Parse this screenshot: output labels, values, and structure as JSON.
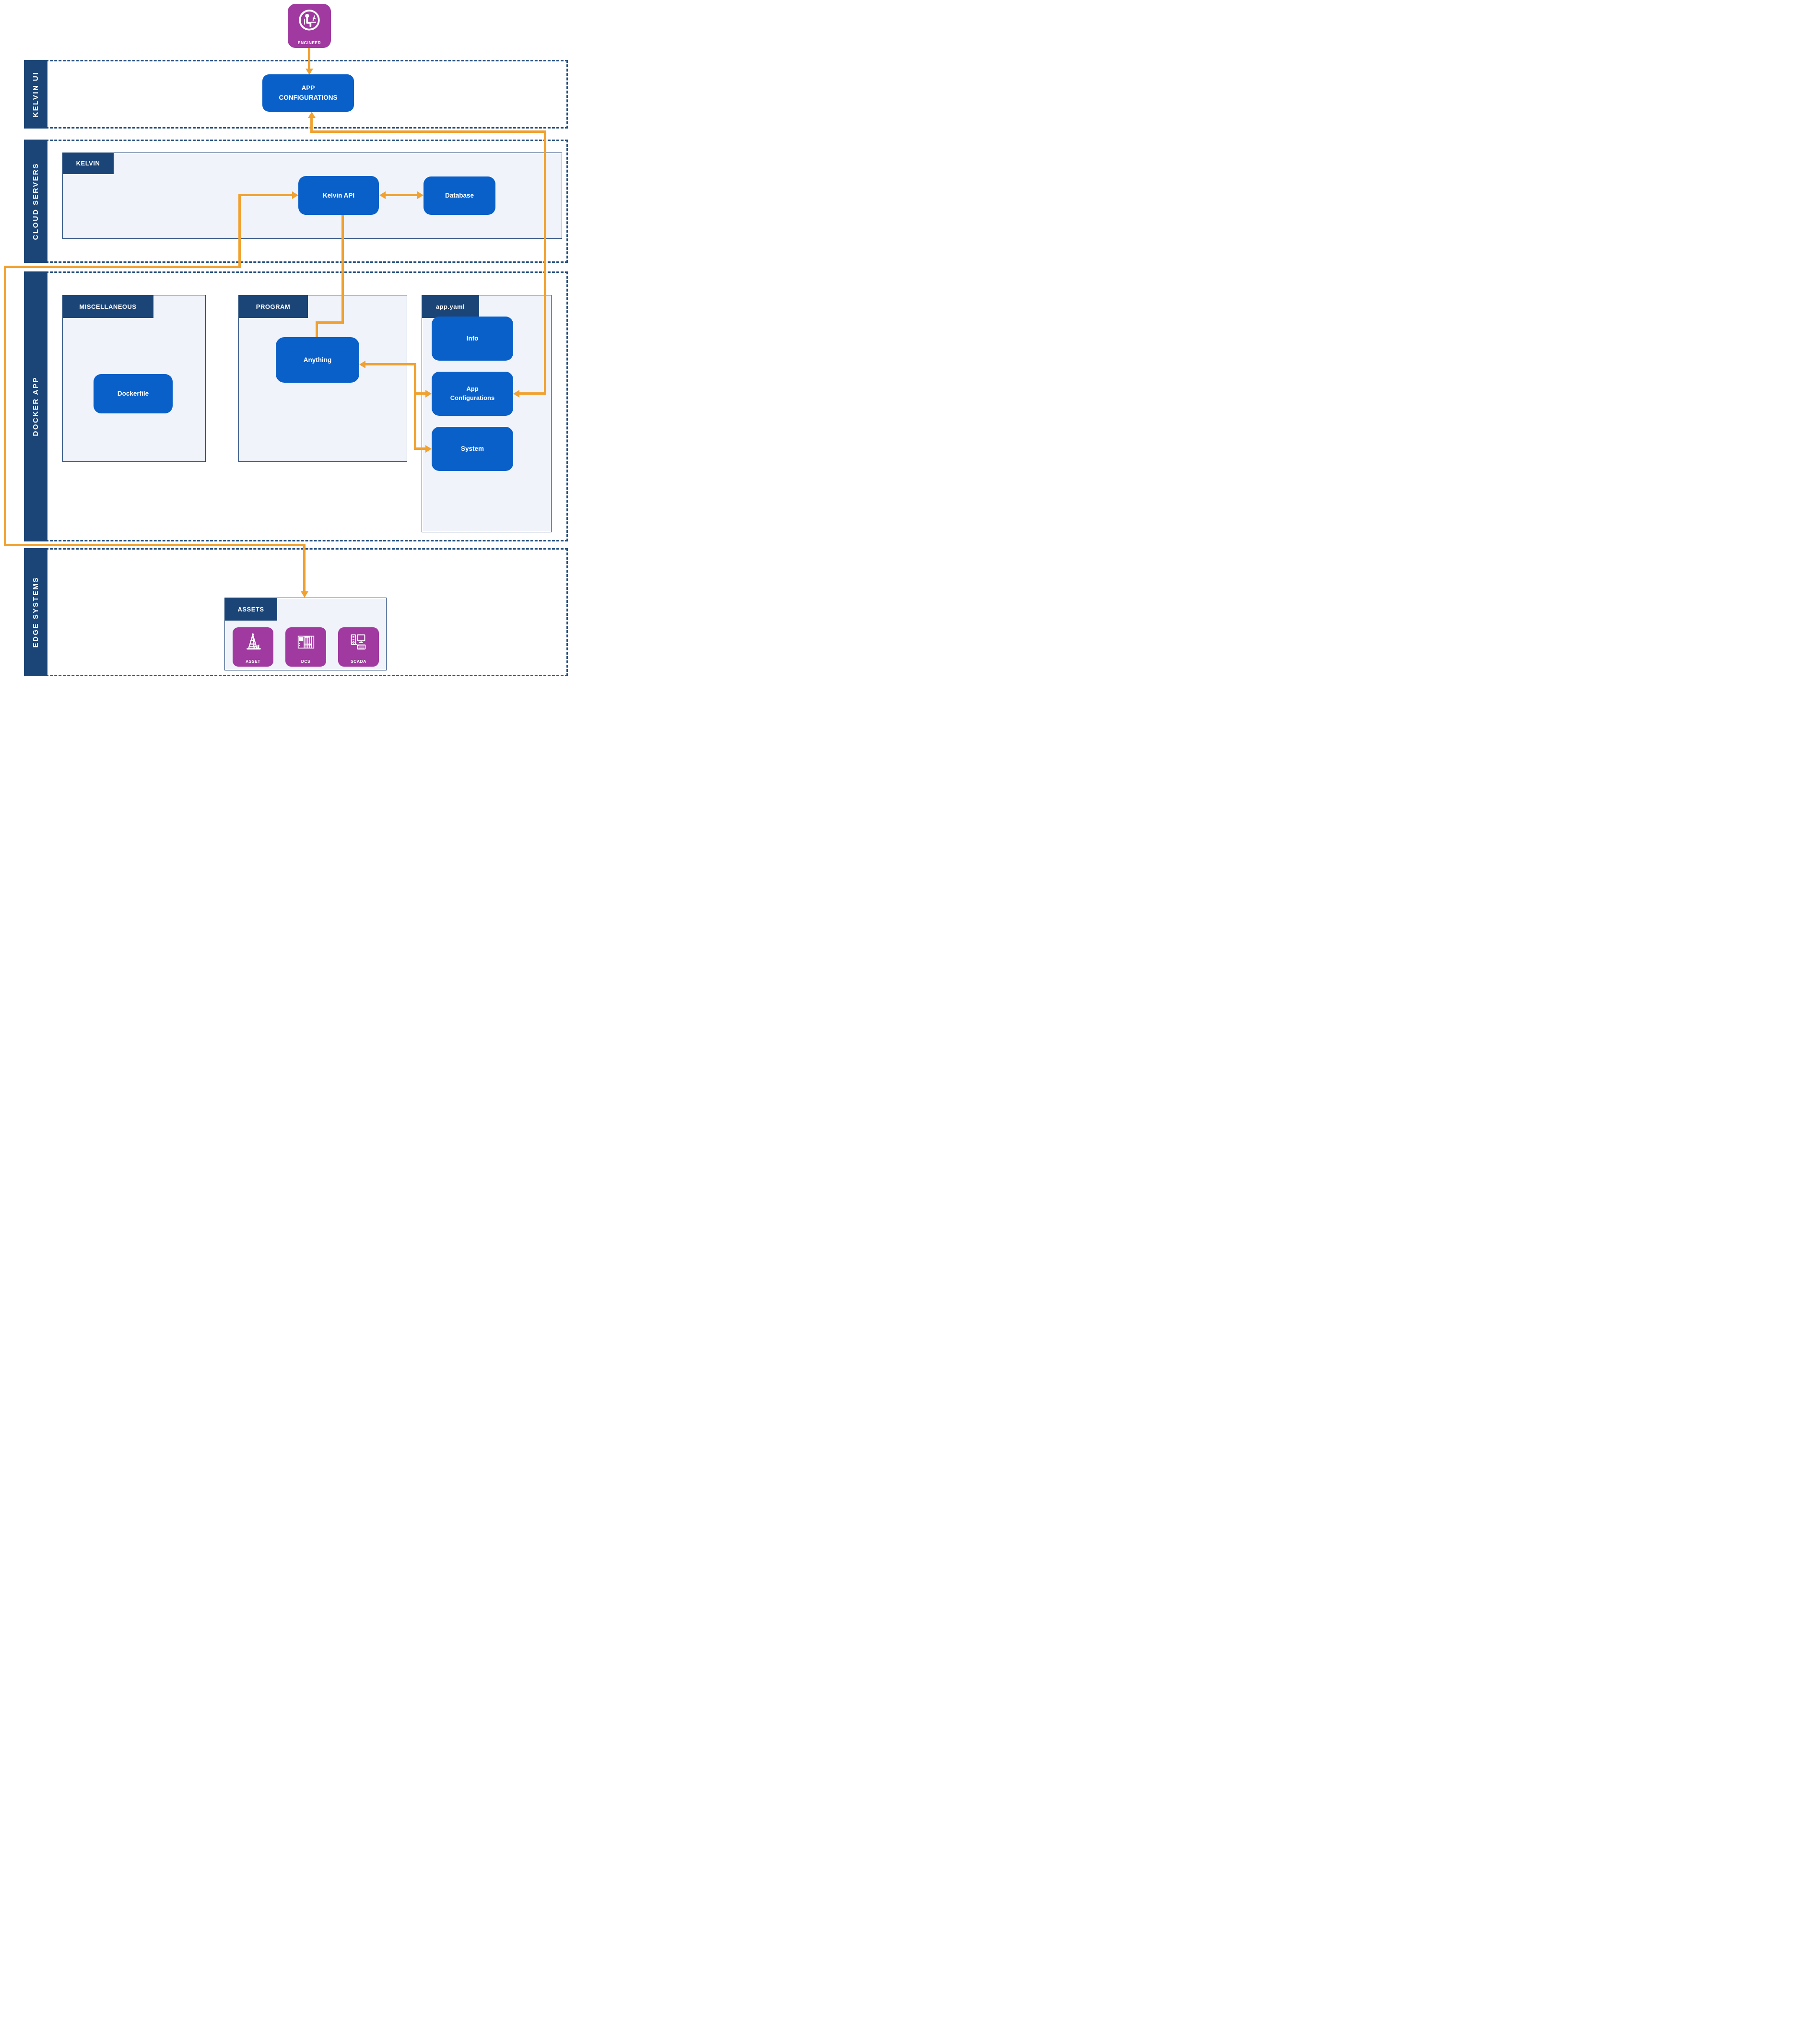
{
  "colors": {
    "accent_orange": "#F0A12F",
    "node_blue": "#0A60C9",
    "navy": "#1C4577",
    "magenta": "#A03AA0",
    "container_bg": "#F0F4FA",
    "dashed_border": "#2A5380"
  },
  "engineer": {
    "label": "ENGINEER"
  },
  "sections": {
    "kelvin_ui": {
      "label": "KELVIN UI"
    },
    "cloud_servers": {
      "label": "CLOUD SERVERS"
    },
    "docker_app": {
      "label": "DOCKER APP"
    },
    "edge_systems": {
      "label": "EDGE SYSTEMS"
    }
  },
  "kelvin_ui": {
    "app_configurations": "APP\nCONFIGURATIONS"
  },
  "cloud_servers": {
    "kelvin_container_title": "KELVIN",
    "kelvin_api": "Kelvin API",
    "database": "Database"
  },
  "docker_app": {
    "miscellaneous": {
      "title": "MISCELLANEOUS",
      "dockerfile": "Dockerfile"
    },
    "program": {
      "title": "PROGRAM",
      "anything": "Anything"
    },
    "app_yaml": {
      "title": "app.yaml",
      "info": "Info",
      "app_configurations": "App\nConfigurations",
      "system": "System"
    }
  },
  "edge_systems": {
    "assets_title": "ASSETS",
    "tiles": [
      {
        "label": "ASSET"
      },
      {
        "label": "DCS"
      },
      {
        "label": "SCADA"
      }
    ]
  }
}
